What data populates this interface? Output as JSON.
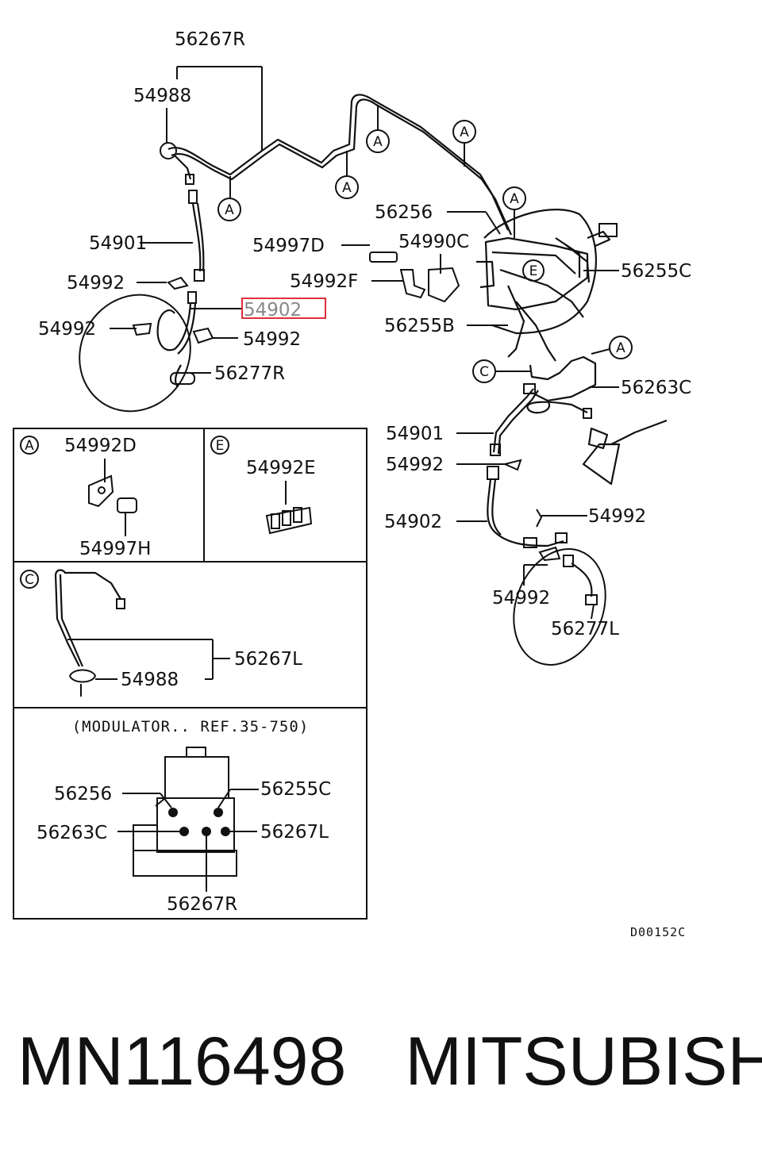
{
  "labels": {
    "p56267R_top": "56267R",
    "p54988_top": "54988",
    "p54901_left": "54901",
    "p54992_l1": "54992",
    "p54992_l2": "54992",
    "p54902_hl": "54902",
    "p54992_l3": "54992",
    "p56277R": "56277R",
    "p54997D": "54997D",
    "p54990C": "54990C",
    "p54992F": "54992F",
    "p56256_top": "56256",
    "p56255C_top": "56255C",
    "p56255B": "56255B",
    "p56263C_top": "56263C",
    "p54901_right": "54901",
    "p54992_r1": "54992",
    "p54902_right": "54902",
    "p54992_r2": "54992",
    "p54992_r3": "54992",
    "p56277L": "56277L"
  },
  "callouts": {
    "A": "A",
    "C": "C",
    "E": "E"
  },
  "inset_a": {
    "letter": "A",
    "top": "54992D",
    "bottom": "54997H"
  },
  "inset_e": {
    "letter": "E",
    "top": "54992E"
  },
  "inset_c": {
    "letter": "C",
    "p56267L": "56267L",
    "p54988": "54988"
  },
  "inset_mod": {
    "title": "(MODULATOR.. REF.35-750)",
    "p56256": "56256",
    "p56255C": "56255C",
    "p56263C": "56263C",
    "p56267L": "56267L",
    "p56267R": "56267R"
  },
  "diagram_code": "D00152C",
  "footer": {
    "part_number": "MN116498",
    "brand": "MITSUBISHI"
  },
  "colors": {
    "highlight": "#e0303a",
    "line": "#111111"
  }
}
